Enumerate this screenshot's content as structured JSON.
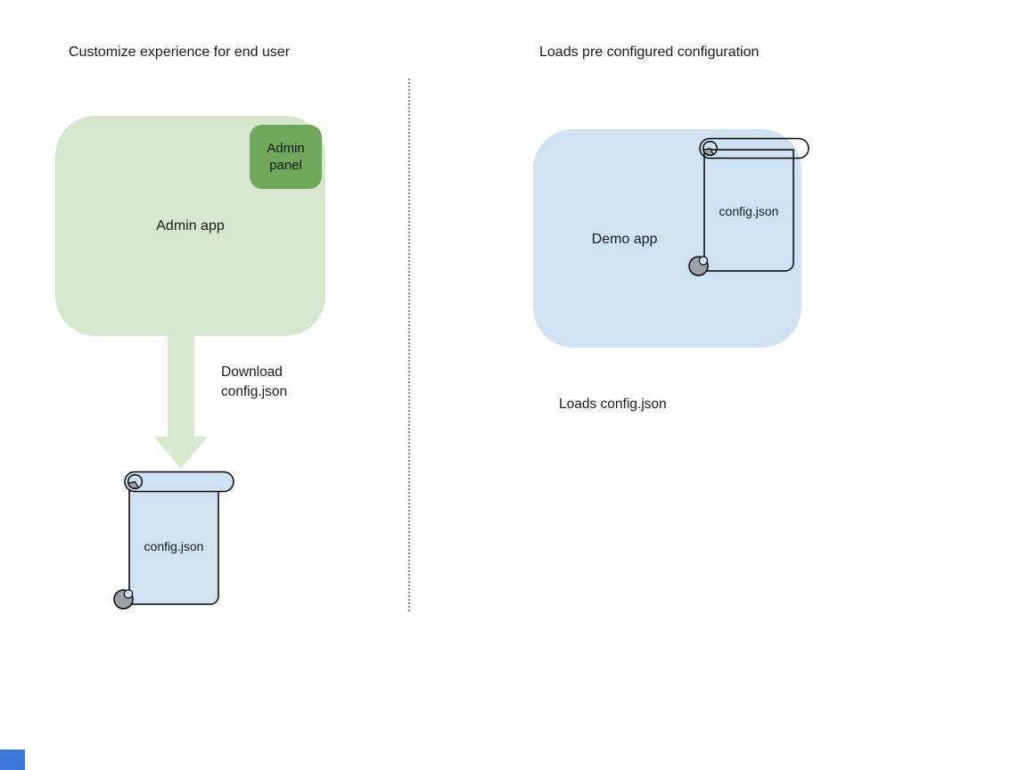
{
  "colors": {
    "admin_app": "#d7e7ce",
    "admin_panel": "#6fa85a",
    "arrow": "#d8e9cd",
    "demo_app": "#cfe2f3",
    "scroll_fill": "#cfe2f3",
    "scroll_curl": "#9aa0a6",
    "scroll_notch": "#cfe2f3",
    "outline": "#000000",
    "divider": "#8a8a8a",
    "corner_square": "#3c78d8",
    "text": "#1a1a1a"
  },
  "left_panel": {
    "title": "Customize experience for end user",
    "admin_app_label": "Admin app",
    "admin_panel_label": "Admin panel",
    "arrow_caption": "Download config.json",
    "scroll_label": "config.json"
  },
  "right_panel": {
    "title": "Loads pre configured configuration",
    "demo_app_label": "Demo app",
    "scroll_label": "config.json",
    "caption": "Loads config.json"
  }
}
